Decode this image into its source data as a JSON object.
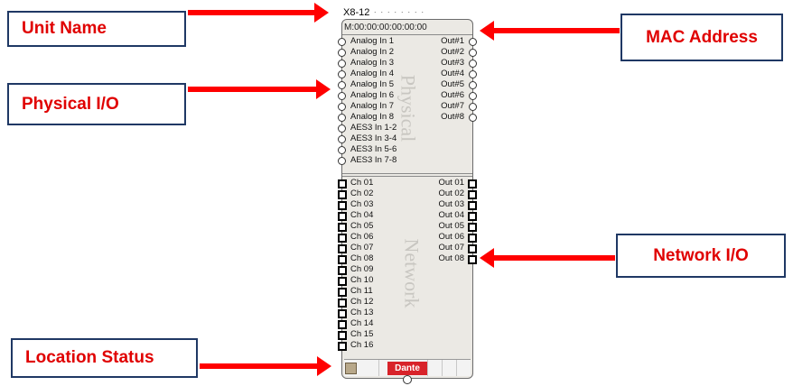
{
  "callouts": {
    "unit_name": "Unit Name",
    "physical_io": "Physical I/O",
    "mac_address": "MAC Address",
    "network_io": "Network I/O",
    "location_status": "Location Status"
  },
  "device": {
    "name": "X8-12",
    "mac": "M:00:00:00:00:00:00",
    "physical_label": "Physical",
    "network_label": "Network",
    "dante_label": "Dante",
    "physical_inputs": [
      "Analog In 1",
      "Analog In 2",
      "Analog In 3",
      "Analog In 4",
      "Analog In 5",
      "Analog In 6",
      "Analog In 7",
      "Analog In 8",
      "AES3 In 1-2",
      "AES3 In 3-4",
      "AES3 In 5-6",
      "AES3 In 7-8"
    ],
    "physical_outputs": [
      "Out#1",
      "Out#2",
      "Out#3",
      "Out#4",
      "Out#5",
      "Out#6",
      "Out#7",
      "Out#8"
    ],
    "network_inputs": [
      "Ch 01",
      "Ch 02",
      "Ch 03",
      "Ch 04",
      "Ch 05",
      "Ch 06",
      "Ch 07",
      "Ch 08",
      "Ch 09",
      "Ch 10",
      "Ch 11",
      "Ch 12",
      "Ch 13",
      "Ch 14",
      "Ch 15",
      "Ch 16"
    ],
    "network_outputs": [
      "Out 01",
      "Out 02",
      "Out 03",
      "Out 04",
      "Out 05",
      "Out 06",
      "Out 07",
      "Out 08"
    ]
  },
  "colors": {
    "callout_text": "#e00000",
    "callout_border": "#1f3864",
    "arrow": "#ff0000",
    "block_bg": "#ebe9e4",
    "dante_red": "#d8232a"
  }
}
